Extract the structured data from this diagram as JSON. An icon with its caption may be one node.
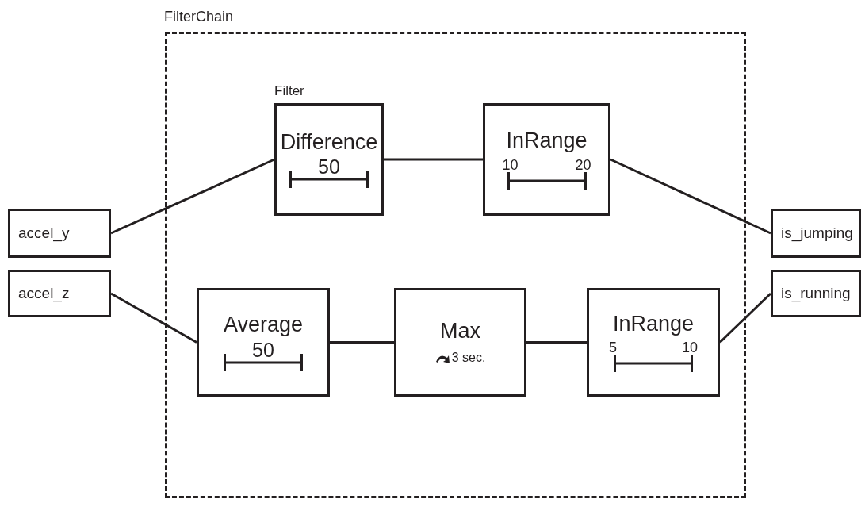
{
  "diagram": {
    "nodes": [
      {
        "text": [
          "FilterChain"
        ]
      },
      {
        "text": [
          "Difference",
          "50"
        ],
        "in": 0,
        "beside": [
          "Filter"
        ]
      },
      {
        "text": [
          "InRange",
          "10",
          "20"
        ],
        "in": 0
      },
      {
        "text": [
          "Average",
          "50"
        ],
        "in": 0
      },
      {
        "text": [
          "Max",
          "3 sec."
        ],
        "in": 0
      },
      {
        "text": [
          "InRange",
          "5",
          "10"
        ],
        "in": 0
      },
      {
        "text": [
          "accel_y"
        ]
      },
      {
        "text": [
          "accel_z"
        ]
      },
      {
        "text": [
          "is_jumping"
        ]
      },
      {
        "text": [
          "is_running"
        ]
      }
    ],
    "edges": [
      {
        "from": 6,
        "to": 1,
        "arrow": "none"
      },
      {
        "from": 1,
        "to": 2,
        "arrow": "none"
      },
      {
        "from": 2,
        "to": 8,
        "arrow": "none"
      },
      {
        "from": 7,
        "to": 3,
        "arrow": "none"
      },
      {
        "from": 3,
        "to": 4,
        "arrow": "none"
      },
      {
        "from": 4,
        "to": 5,
        "arrow": "none"
      },
      {
        "from": 5,
        "to": 9,
        "arrow": "none"
      }
    ]
  }
}
